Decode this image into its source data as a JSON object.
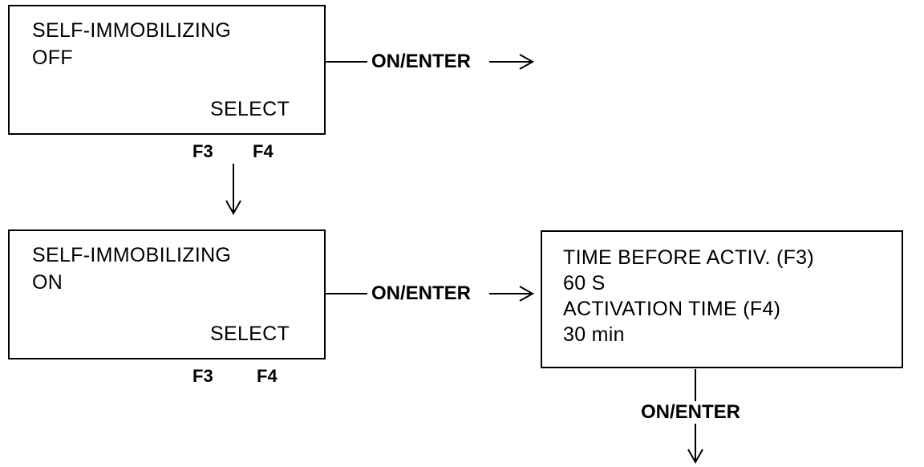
{
  "box_off": {
    "title": "SELF-IMMOBILIZING",
    "state": "OFF",
    "softkey": "SELECT",
    "f3": "F3",
    "f4": "F4"
  },
  "box_on": {
    "title": "SELF-IMMOBILIZING",
    "state": "ON",
    "softkey": "SELECT",
    "f3": "F3",
    "f4": "F4"
  },
  "box_time": {
    "line1": "TIME BEFORE ACTIV. (F3)",
    "line2": "60 S",
    "line3": "ACTIVATION TIME (F4)",
    "line4": "30 min"
  },
  "arrows": {
    "off_right": "ON/ENTER",
    "on_right": "ON/ENTER",
    "time_down": "ON/ENTER"
  }
}
